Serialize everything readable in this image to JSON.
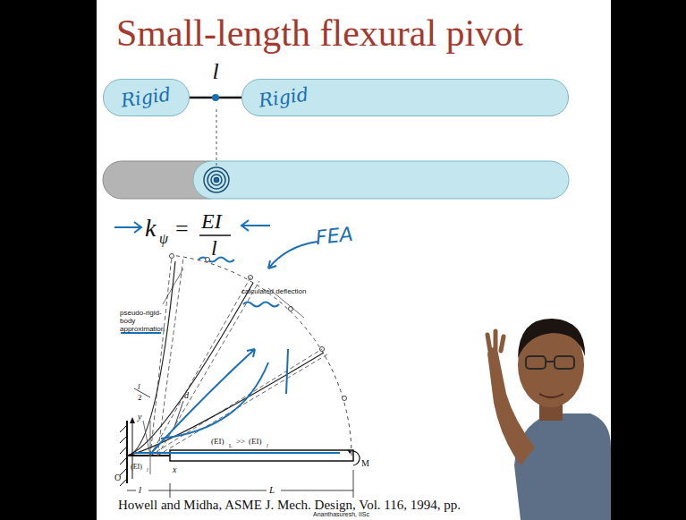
{
  "diagram": {
    "title": "Small-length flexural pivot",
    "nodes": [
      {
        "text": [
          "Rigid"
        ]
      },
      {
        "text": [
          "Rigid"
        ]
      }
    ],
    "edges": [
      {
        "from": 0,
        "to": 1,
        "arrow": "none",
        "label": "l"
      }
    ],
    "labels": [
      "k",
      "ψ",
      "=",
      "EI",
      "l",
      "FEA",
      "pseudo-rigid-body approximation",
      "calculated deflection",
      "d",
      "y",
      "l",
      "2",
      "(EI)",
      "L",
      ">>",
      "(EI)",
      "l",
      "M",
      "O",
      "(EI)",
      "l",
      "x",
      "l",
      "L",
      "Howell and Midha, ASME J. Mech. Design, Vol. 116, 1994, pp.",
      "Ananthasuresh, IISc"
    ]
  }
}
